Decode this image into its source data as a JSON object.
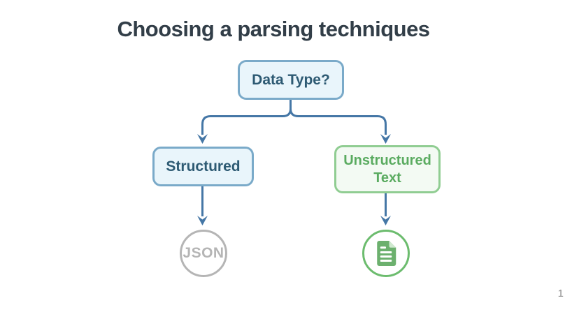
{
  "slide": {
    "title": "Choosing a parsing techniques",
    "page_number": "1"
  },
  "flowchart": {
    "root": {
      "label": "Data Type?"
    },
    "branches": [
      {
        "label": "Structured",
        "leaf": {
          "type": "text",
          "label": "JSON"
        }
      },
      {
        "label": "Unstructured Text",
        "leaf": {
          "type": "icon",
          "icon": "document-icon"
        }
      }
    ]
  },
  "colors": {
    "title_text": "#323e48",
    "blue_node_border": "#7aaac9",
    "blue_node_fill": "#e9f5fb",
    "blue_node_text": "#2d5a73",
    "green_node_border": "#90cd92",
    "green_node_fill": "#f3faf3",
    "green_node_text": "#5aab60",
    "arrow": "#4577a6",
    "json_circle_gray": "#b5b5b5",
    "document_icon_green": "#6cb06e",
    "document_fold_green": "#cfe9cf",
    "page_number_text": "#8c8c8c"
  }
}
